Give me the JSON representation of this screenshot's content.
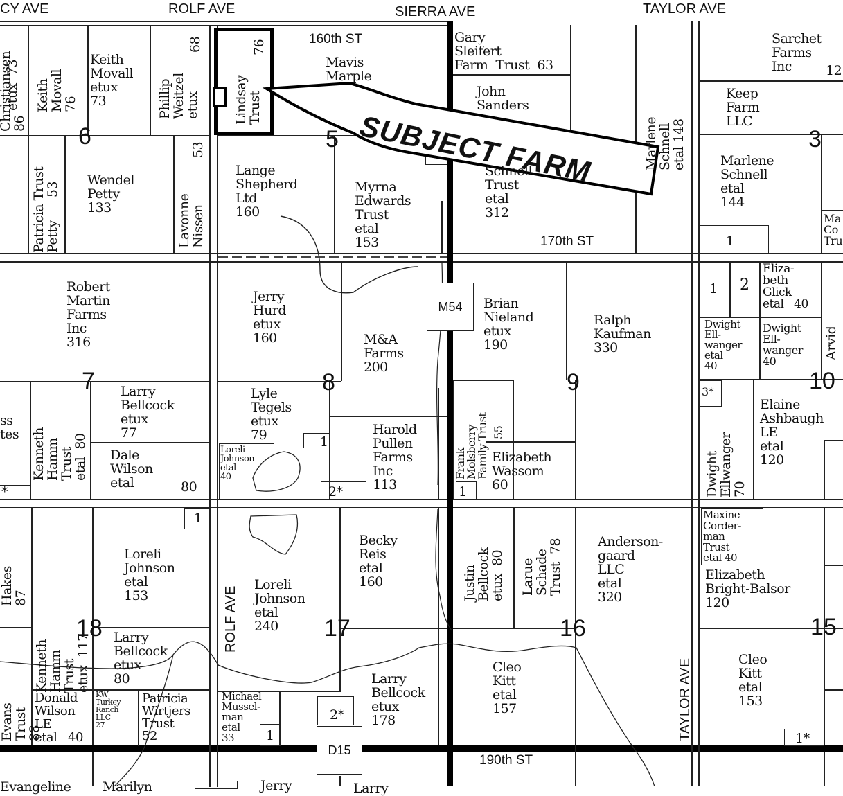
{
  "roads": {
    "top": [
      "CY AVE",
      "ROLF AVE",
      "SIERRA AVE",
      "TAYLOR AVE"
    ],
    "st160": "160th ST",
    "st170": "170th ST",
    "st190": "190th ST",
    "rolf_vertical": "ROLF AVE",
    "taylor_vertical": "TAYLOR AVE",
    "shields": {
      "m54": "M54",
      "d15": "D15"
    }
  },
  "callout": {
    "label": "SUBJECT FARM"
  },
  "sections": [
    "6",
    "5",
    "3",
    "7",
    "8",
    "9",
    "10",
    "18",
    "17",
    "16",
    "15"
  ],
  "parcels": {
    "p_christ": "Christiansen\n86",
    "p_chr_etux": "etux  73",
    "p_keith76": "Keith\nMovall\n76",
    "p_keith73": "Keith\nMovall\netux\n73",
    "p_phillip": "Phillip\nWeitzel\netux",
    "p_phillip_n": "68",
    "p_lindsay": "Lindsay\nTrust",
    "p_lindsay_n": "76",
    "p_mavis": "Mavis\nMarple",
    "p_patricia": "Patricia Trust\nPetty      53",
    "p_wendel": "Wendel\nPetty\n133",
    "p_lavonne": "Lavonne\nNissen",
    "p_lavonne_n": "53",
    "p_lange": "Lange\nShepherd\nLtd\n160",
    "p_myrna": "Myrna\nEdwards\nTrust\netal\n153",
    "p_gary": "Gary\nSleifert\nFarm  Trust  63",
    "p_john": "John\nSanders",
    "p_schnell": "Schnell\nTrust\netal\n312",
    "p_marlene148": "Marlene\nSchnell\netal 148",
    "p_sarchet": "Sarchet\nFarms\nInc",
    "p_sarchet_n": "12",
    "p_keep": "Keep\nFarm\nLLC",
    "p_marlene144": "Marlene\nSchnell\netal\n144",
    "p_one_a": "1",
    "p_maxine_top": "Ma\nCo\nTru",
    "p_robert": "Robert\nMartin\nFarms\nInc\n316",
    "p_ss": "ss\ntes",
    "p_star_a": "*",
    "p_kenneth80": "Kenneth\nHamm\nTrust\netal  80",
    "p_larry77": "Larry\nBellcock\netux\n77",
    "p_dale": "Dale\nWilson\netal",
    "p_dale_n": "80",
    "p_jerry": "Jerry\nHurd\netux\n160",
    "p_ma": "M&A\nFarms\n200",
    "p_lyle": "Lyle\nTegels\netux\n79",
    "p_loreli40": "Loreli\nJohnson\netal\n40",
    "p_one_b": "1",
    "p_two_star_a": "2*",
    "p_harold": "Harold\nPullen\nFarms\nInc\n113",
    "p_brian": "Brian\nNieland\netux\n190",
    "p_frank": "Frank\nMolsberry\nFamily Trust",
    "p_frank_n": "55",
    "p_one_c": "1",
    "p_elizabeth_w": "Elizabeth\nWassom\n60",
    "p_ralph": "Ralph\nKaufman\n330",
    "p_one_d": "1",
    "p_two_d": "2",
    "p_eliza_glick": "Eliza-\nbeth\nGlick\netal   40",
    "p_dwight1": "Dwight\nEll-\nwanger\netal\n40",
    "p_dwight2": "Dwight\nEll-\nwanger\n40",
    "p_arvid": "Arvid",
    "p_three_star": "3*",
    "p_dwight70": "Dwight\nEllwanger\n70",
    "p_elaine": "Elaine\nAshbaugh\nLE\netal\n120",
    "p_hakes": "Hakes\n87",
    "p_evans": "Evans\nTrust\n88",
    "p_kenneth117": "Kenneth\nHamm\nTrust\netux  117",
    "p_one_e": "1",
    "p_loreli153": "Loreli\nJohnson\netal\n153",
    "p_larry80": "Larry\nBellcock\netux\n80",
    "p_donald": "Donald\nWilson\nLE\netal   40",
    "p_kw": "KW\nTurkey\nRanch\nLLC\n27",
    "p_patricia_w": "Patricia\nWirtjers\nTrust\n52",
    "p_loreli240": "Loreli\nJohnson\netal\n240",
    "p_becky": "Becky\nReis\netal\n160",
    "p_michael": "Michael\nMussel-\nman\netal\n33",
    "p_one_f": "1",
    "p_two_star_b": "2*",
    "p_larry178": "Larry\nBellcock\netux\n178",
    "p_justin": "Justin\nBellcock\netux  80",
    "p_larue": "Larue\nSchade\nTrust  78",
    "p_anderson": "Anderson-\ngaard\nLLC\netal\n320",
    "p_cleo157": "Cleo\nKitt\netal\n157",
    "p_maxine": "Maxine\nCorder-\nman\nTrust\netal 40",
    "p_eliz_bb": "Elizabeth\nBright-Balsor\n120",
    "p_cleo153": "Cleo\nKitt\netal\n153",
    "p_one_star": "1*",
    "p_bottom_jerry": "Jerry",
    "p_bottom_larry": "Larry",
    "p_bottom_marilyn": "Marilyn",
    "p_bottom_evangeline": "Evangeline"
  }
}
